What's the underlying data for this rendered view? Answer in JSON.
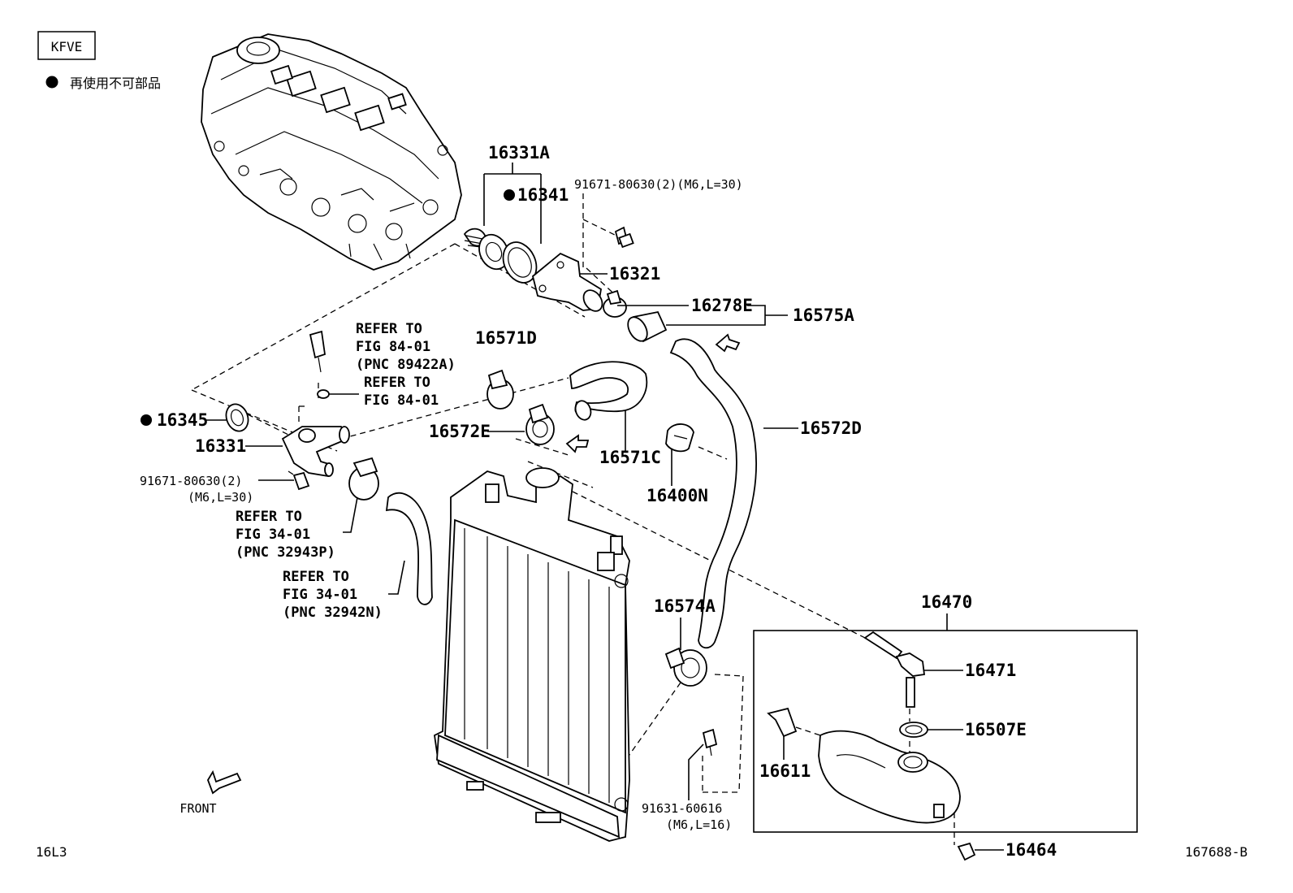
{
  "header": {
    "engine_code": "KFVE",
    "legend_text": "再使用不可部品"
  },
  "footer": {
    "left_code": "16L3",
    "right_code": "167688-B",
    "front_label": "FRONT"
  },
  "callouts": {
    "p16331A": "16331A",
    "p16341": "16341",
    "bolt1": "91671-80630(2)(M6,L=30)",
    "p16321": "16321",
    "p16278E": "16278E",
    "p16575A": "16575A",
    "ref1": [
      "REFER TO",
      "FIG 84-01",
      "(PNC 89422A)"
    ],
    "ref2": [
      "REFER TO",
      "FIG 84-01"
    ],
    "p16571D": "16571D",
    "p16345": "16345",
    "p16331": "16331",
    "p16572E": "16572E",
    "p16571C": "16571C",
    "p16572D": "16572D",
    "bolt2a": "91671-80630(2)",
    "bolt2b": "(M6,L=30)",
    "p16400N": "16400N",
    "ref3": [
      "REFER TO",
      "FIG 34-01",
      "(PNC 32943P)"
    ],
    "ref4": [
      "REFER TO",
      "FIG 34-01",
      "(PNC 32942N)"
    ],
    "p16574A": "16574A",
    "p16470": "16470",
    "p16471": "16471",
    "p16507E": "16507E",
    "p16611": "16611",
    "bolt3a": "91631-60616",
    "bolt3b": "(M6,L=16)",
    "p16464": "16464"
  },
  "icons": [
    "non-reusable-dot-icon",
    "front-arrow-icon",
    "flow-arrow-icon"
  ]
}
